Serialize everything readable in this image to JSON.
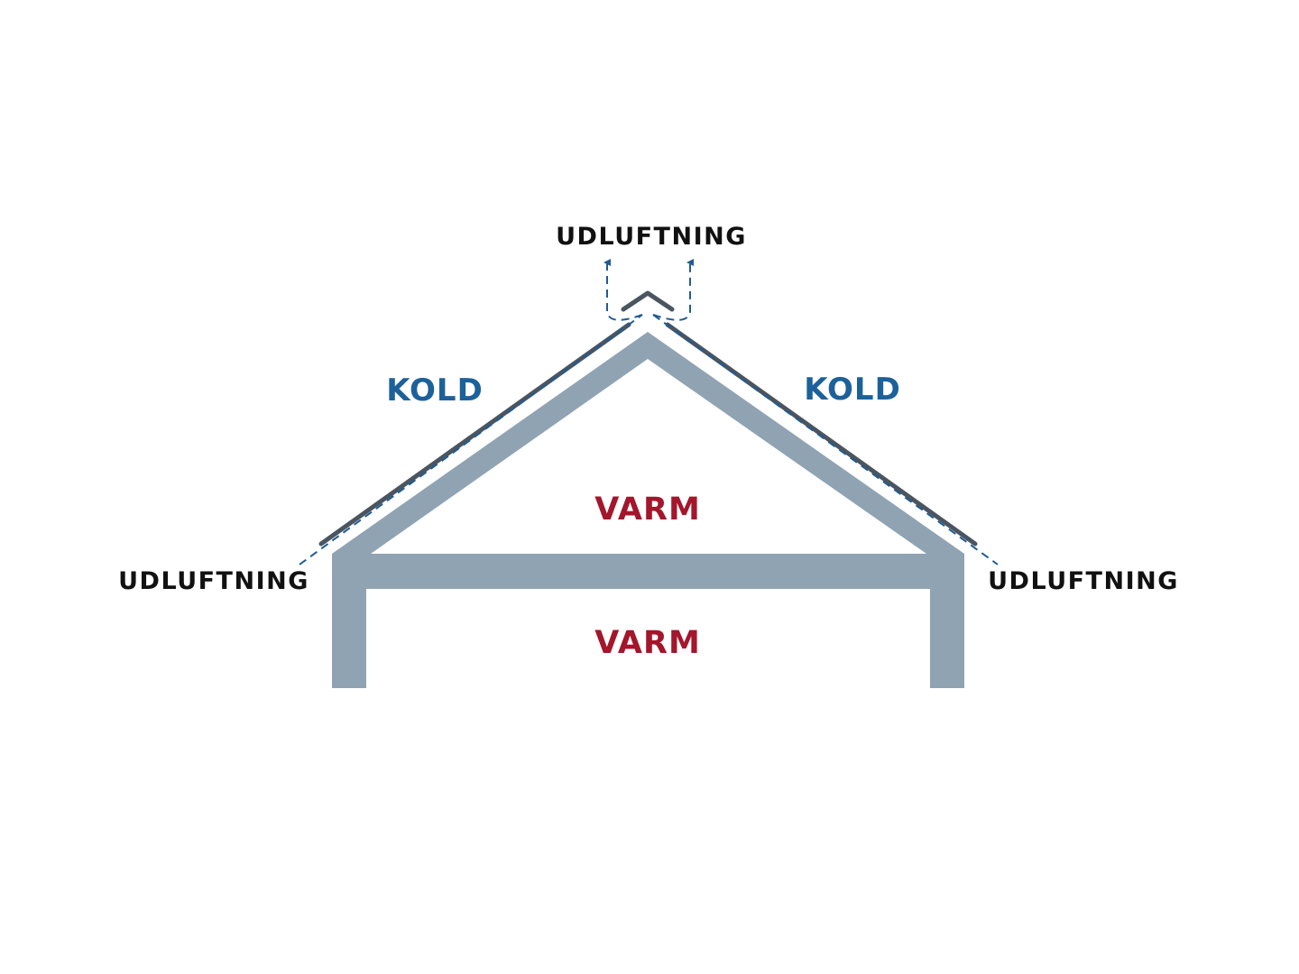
{
  "labels": {
    "vent_top": "UDLUFTNING",
    "vent_left": "UDLUFTNING",
    "vent_right": "UDLUFTNING",
    "cold_left": "KOLD",
    "cold_right": "KOLD",
    "warm_attic": "VARM",
    "warm_room": "VARM"
  },
  "colors": {
    "structure": "#8fa3b3",
    "roof_cladding": "#4a5560",
    "airflow": "#1f5b94",
    "cold_text": "#1c6199",
    "warm_text": "#a3162b",
    "vent_text": "#111111"
  }
}
